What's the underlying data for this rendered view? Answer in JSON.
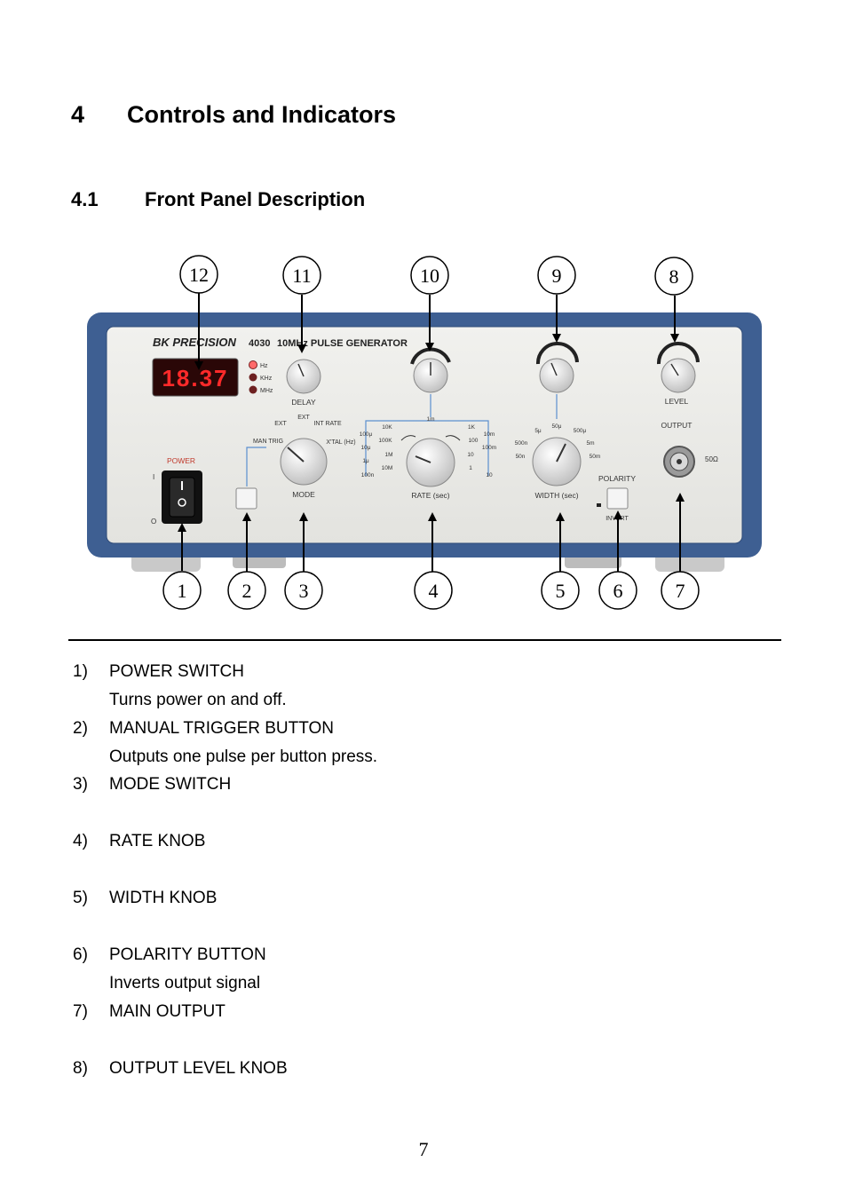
{
  "section": {
    "number": "4",
    "title": "Controls and Indicators"
  },
  "subsection": {
    "number": "4.1",
    "title": "Front Panel Description"
  },
  "panel": {
    "brand": "BK PRECISION",
    "model": "4030",
    "model_desc": "10MHz PULSE GENERATOR",
    "display": "18.37",
    "units": [
      "Hz",
      "KHz",
      "MHz"
    ],
    "labels": {
      "delay": "DELAY",
      "level": "LEVEL",
      "output": "OUTPUT",
      "ohm": "50Ω",
      "power": "POWER",
      "mode": "MODE",
      "rate": "RATE (sec)",
      "width": "WIDTH (sec)",
      "polarity": "POLARITY",
      "invert": "INVERT",
      "on": "I",
      "off": "O"
    },
    "mode_positions": [
      "EXT",
      "EXT",
      "INT RATE",
      "MAN TRIG",
      "X'TAL (Hz)"
    ],
    "rate_scale": [
      "1m",
      "10K",
      "1K",
      "100K",
      "100",
      "10m",
      "100μ",
      "100m",
      "10μ",
      "1M",
      "10",
      "1μ",
      "10M",
      "1",
      "100n",
      "10"
    ],
    "width_scale": [
      "5μ",
      "50μ",
      "500μ",
      "500n",
      "5m",
      "50n",
      "50m"
    ]
  },
  "callouts": [
    "1",
    "2",
    "3",
    "4",
    "5",
    "6",
    "7",
    "8",
    "9",
    "10",
    "11",
    "12"
  ],
  "items": [
    {
      "num": "1)",
      "title": "POWER SWITCH",
      "desc": "Turns power on and off."
    },
    {
      "num": "2)",
      "title": "MANUAL TRIGGER BUTTON",
      "desc": "Outputs one pulse per button press."
    },
    {
      "num": "3)",
      "title": "MODE SWITCH",
      "desc": ""
    },
    {
      "num": "4)",
      "title": "RATE KNOB",
      "desc": ""
    },
    {
      "num": "5)",
      "title": "WIDTH KNOB",
      "desc": ""
    },
    {
      "num": "6)",
      "title": "POLARITY BUTTON",
      "desc": "Inverts output signal"
    },
    {
      "num": "7)",
      "title": "MAIN OUTPUT",
      "desc": ""
    },
    {
      "num": "8)",
      "title": "OUTPUT LEVEL KNOB",
      "desc": ""
    }
  ],
  "page_number": "7"
}
